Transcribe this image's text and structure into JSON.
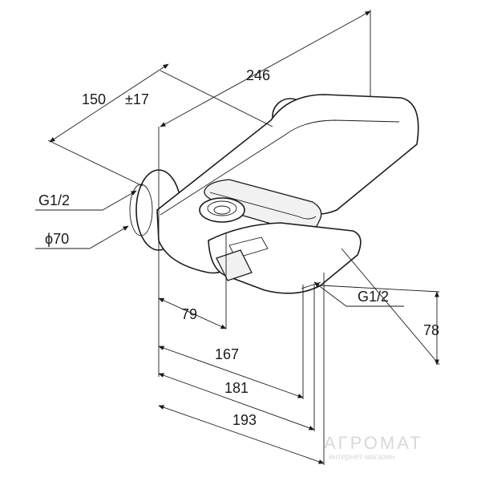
{
  "dimensions": {
    "width_246": "246",
    "offset_150": "150",
    "tolerance": "±17",
    "thread_left": "G1/2",
    "diameter": "ϕ70",
    "thread_bottom": "G1/2",
    "depth_79": "79",
    "depth_167": "167",
    "depth_181": "181",
    "depth_193": "193",
    "height_78": "78"
  },
  "watermark": {
    "brand": "АГРОМАТ",
    "subtitle": "интернет-магазин"
  }
}
